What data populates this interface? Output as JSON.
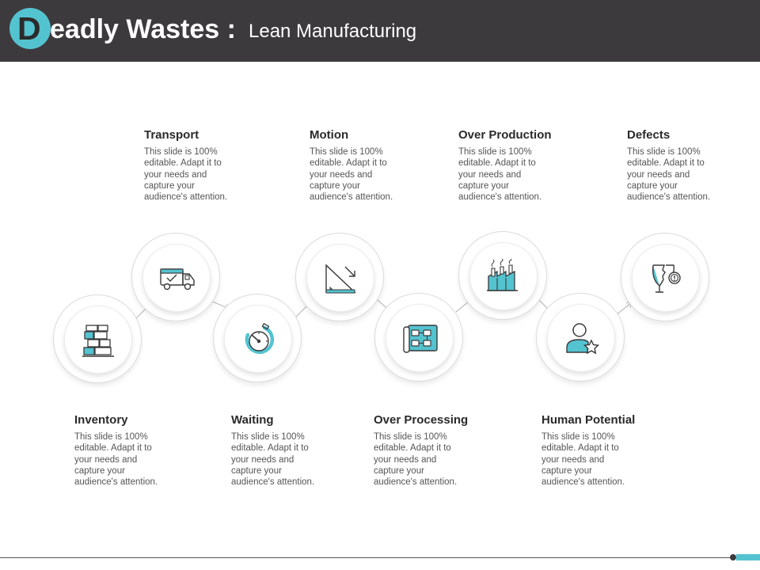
{
  "header": {
    "badge_letter": "D",
    "title": "eadly Wastes :",
    "subtitle": "Lean Manufacturing"
  },
  "colors": {
    "header_bg": "#3d3a3e",
    "accent": "#54c3d0",
    "icon_stroke": "#3a3a3a"
  },
  "steps": [
    {
      "title": "Inventory",
      "description": "This slide is 100% editable. Adapt it to your needs and capture your audience's attention.",
      "icon": "boxes-icon"
    },
    {
      "title": "Transport",
      "description": "This slide is 100% editable. Adapt it to your needs and capture your audience's attention.",
      "icon": "truck-icon"
    },
    {
      "title": "Waiting",
      "description": "This slide is 100% editable. Adapt it to your needs and capture your audience's attention.",
      "icon": "stopwatch-icon"
    },
    {
      "title": "Motion",
      "description": "This slide is 100% editable. Adapt it to your needs and capture your audience's attention.",
      "icon": "motion-triangle-icon"
    },
    {
      "title": "Over Processing",
      "description": "This slide is 100% editable. Adapt it to your needs and capture your audience's attention.",
      "icon": "process-blueprint-icon"
    },
    {
      "title": "Over Production",
      "description": "This slide is 100% editable. Adapt it to your needs and capture your audience's attention.",
      "icon": "factory-icon"
    },
    {
      "title": "Human Potential",
      "description": "This slide is 100% editable. Adapt it to your needs and capture your audience's attention.",
      "icon": "person-star-icon"
    },
    {
      "title": "Defects",
      "description": "This slide is 100% editable. Adapt it to your needs and capture your audience's attention.",
      "icon": "broken-glass-icon"
    }
  ]
}
